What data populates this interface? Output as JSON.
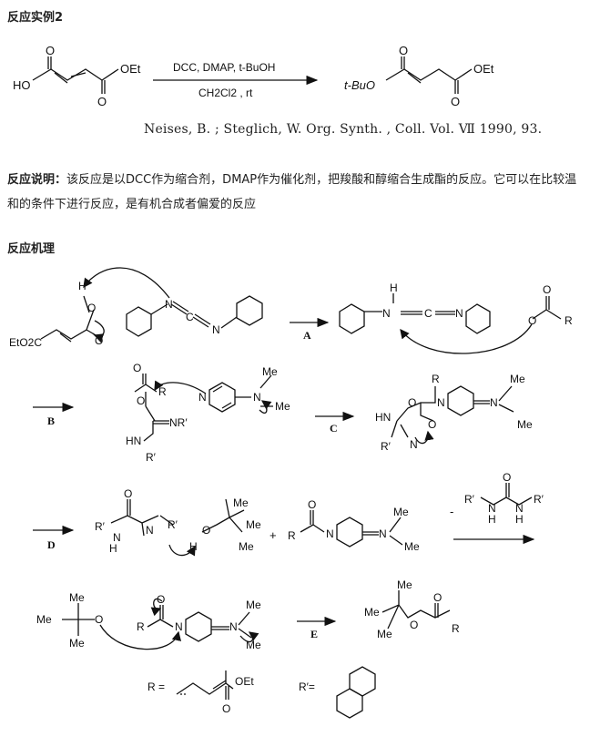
{
  "section1_title": "反应实例2",
  "scheme1": {
    "reagents_top": "DCC, DMAP, t-BuOH",
    "reagents_bottom": "CH2Cl2 , rt",
    "left_ho": "HO",
    "left_oet": "OEt",
    "right_tbuo": "t-BuO",
    "right_oet": "OEt",
    "o": "O"
  },
  "citation": "Neises, B. ; Steglich, W. Org. Synth. , Coll. Vol. Ⅶ 1990, 93.",
  "description": {
    "label": "反应说明：",
    "text": "该反应是以DCC作为缩合剂，DMAP作为催化剂，把羧酸和醇缩合生成酯的反应。它可以在比较温和的条件下进行反应，是有机合成者偏爱的反应"
  },
  "section2_title": "反应机理",
  "mechanism": {
    "step_A": "A",
    "step_B": "B",
    "step_C": "C",
    "step_D": "D",
    "step_E": "E",
    "labels": {
      "h": "H",
      "n": "N",
      "c": "C",
      "o": "O",
      "r": "R",
      "me": "Me",
      "rprime": "R′",
      "nr": "NR′",
      "hn": "HN",
      "eto2c": "EtO2C",
      "plus": "+",
      "minus": "-",
      "oet": "OEt",
      "r_def": "R =",
      "rprime_def": "R′="
    }
  }
}
